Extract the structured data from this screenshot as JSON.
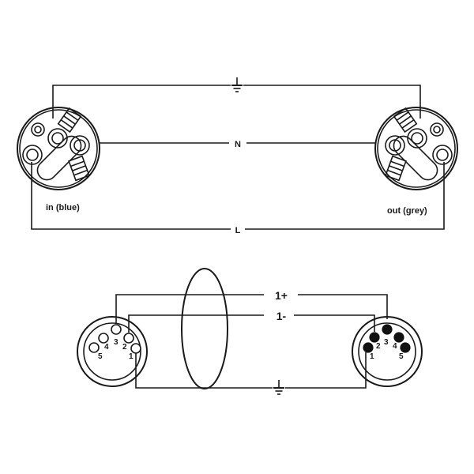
{
  "top": {
    "wires": {
      "ground": "⏚",
      "neutral": "N",
      "live": "L"
    },
    "left_caption": "in (blue)",
    "right_caption": "out (grey)"
  },
  "bottom": {
    "wires": {
      "positive": "1+",
      "negative": "1-",
      "ground": "⏚"
    },
    "left_pins": [
      "1",
      "2",
      "3",
      "4",
      "5"
    ],
    "right_pins": [
      "1",
      "2",
      "3",
      "4",
      "5"
    ]
  }
}
